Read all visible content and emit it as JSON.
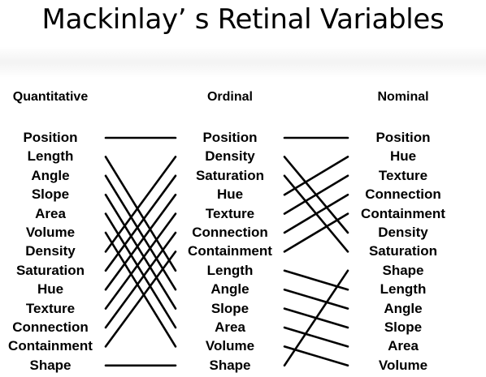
{
  "title": "Mackinlay’ s Retinal Variables",
  "columns": [
    {
      "header": "Quantitative",
      "items": [
        "Position",
        "Length",
        "Angle",
        "Slope",
        "Area",
        "Volume",
        "Density",
        "Saturation",
        "Hue",
        "Texture",
        "Connection",
        "Containment",
        "Shape"
      ]
    },
    {
      "header": "Ordinal",
      "items": [
        "Position",
        "Density",
        "Saturation",
        "Hue",
        "Texture",
        "Connection",
        "Containment",
        "Length",
        "Angle",
        "Slope",
        "Area",
        "Volume",
        "Shape"
      ]
    },
    {
      "header": "Nominal",
      "items": [
        "Position",
        "Hue",
        "Texture",
        "Connection",
        "Containment",
        "Density",
        "Saturation",
        "Shape",
        "Length",
        "Angle",
        "Slope",
        "Area",
        "Volume"
      ]
    }
  ]
}
